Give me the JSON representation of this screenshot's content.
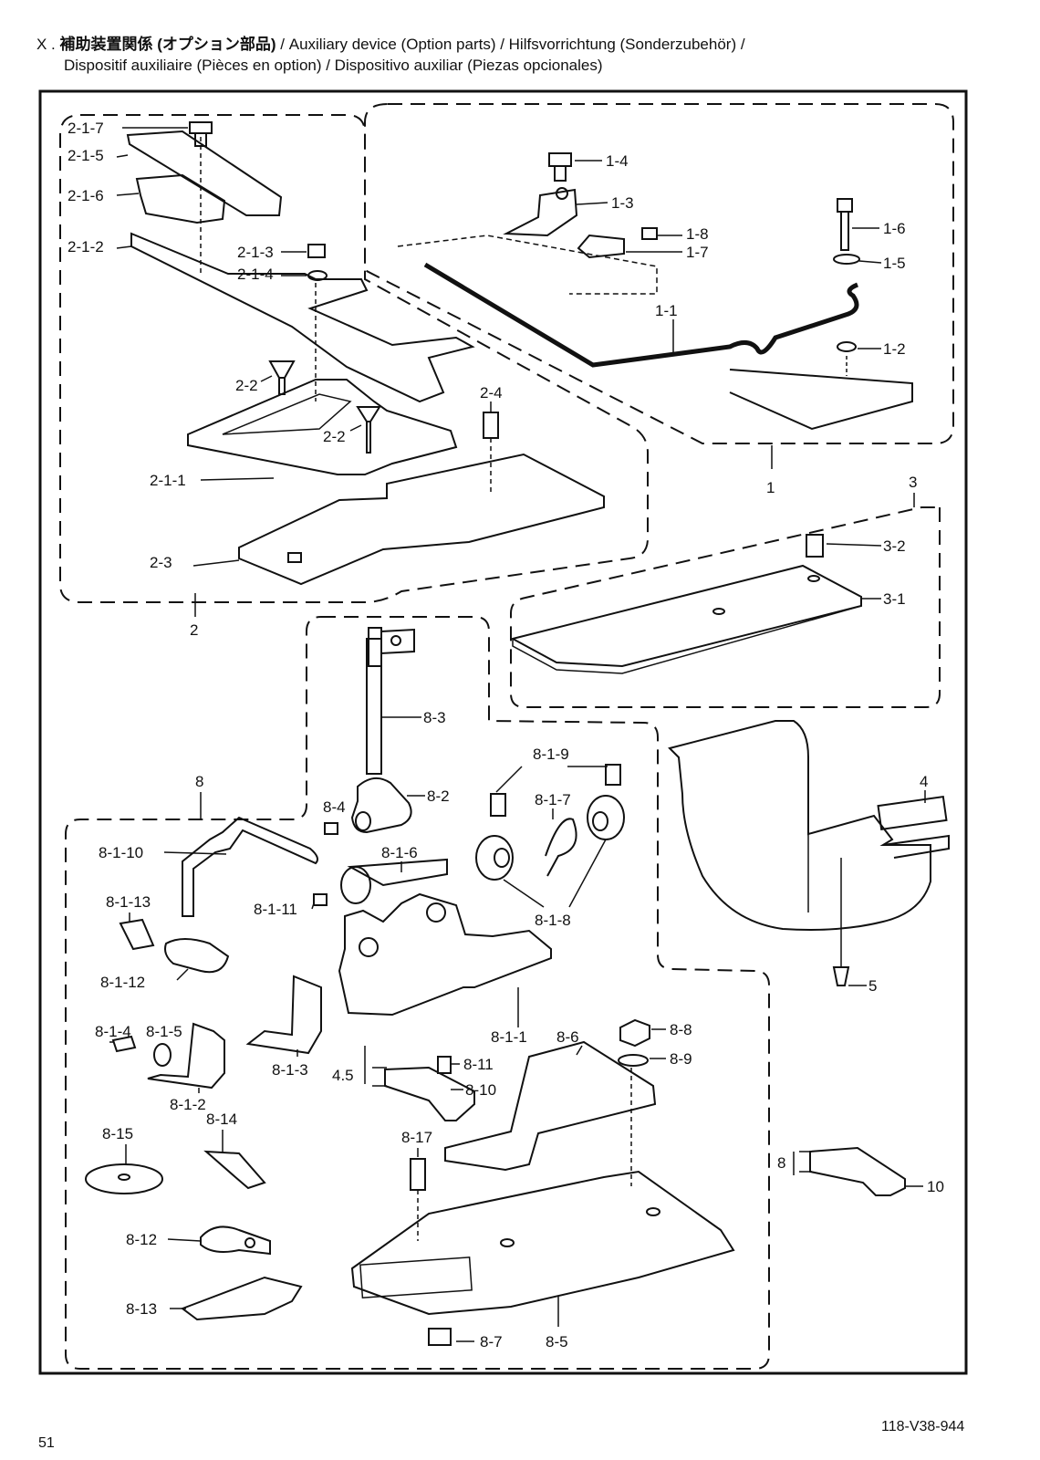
{
  "header": {
    "prefix": "X . ",
    "title_ja": "補助装置関係 (オプション部品)",
    "title_rest": " / Auxiliary device (Option parts) / Hilfsvorrichtung (Sonderzubehör) /",
    "title_line2": "Dispositif auxiliaire (Pièces en option) / Dispositivo auxiliar (Piezas opcionales)"
  },
  "labels": {
    "g1": "1",
    "g1_1": "1-1",
    "g1_2": "1-2",
    "g1_3": "1-3",
    "g1_4": "1-4",
    "g1_5": "1-5",
    "g1_6": "1-6",
    "g1_7": "1-7",
    "g1_8": "1-8",
    "g2": "2",
    "g2_1_1": "2-1-1",
    "g2_1_2": "2-1-2",
    "g2_1_3": "2-1-3",
    "g2_1_4": "2-1-4",
    "g2_1_5": "2-1-5",
    "g2_1_6": "2-1-6",
    "g2_1_7": "2-1-7",
    "g2_2a": "2-2",
    "g2_2b": "2-2",
    "g2_3": "2-3",
    "g2_4": "2-4",
    "g3": "3",
    "g3_1": "3-1",
    "g3_2": "3-2",
    "g4": "4",
    "g5": "5",
    "g8": "8",
    "g8_1_1": "8-1-1",
    "g8_1_2": "8-1-2",
    "g8_1_3": "8-1-3",
    "g8_1_4": "8-1-4",
    "g8_1_5": "8-1-5",
    "g8_1_6": "8-1-6",
    "g8_1_7": "8-1-7",
    "g8_1_8": "8-1-8",
    "g8_1_9": "8-1-9",
    "g8_1_10": "8-1-10",
    "g8_1_11": "8-1-11",
    "g8_1_12": "8-1-12",
    "g8_1_13": "8-1-13",
    "g8_2": "8-2",
    "g8_3": "8-3",
    "g8_4": "8-4",
    "g8_5": "8-5",
    "g8_6": "8-6",
    "g8_7": "8-7",
    "g8_8": "8-8",
    "g8_9": "8-9",
    "g8_10": "8-10",
    "g8_11": "8-11",
    "g8_12": "8-12",
    "g8_13": "8-13",
    "g8_14": "8-14",
    "g8_15": "8-15",
    "g8_17": "8-17",
    "dim_45": "4.5",
    "dim_8": "8",
    "g10": "10"
  },
  "footer": {
    "doc_code": "118-V38-944",
    "page_number": "51"
  }
}
